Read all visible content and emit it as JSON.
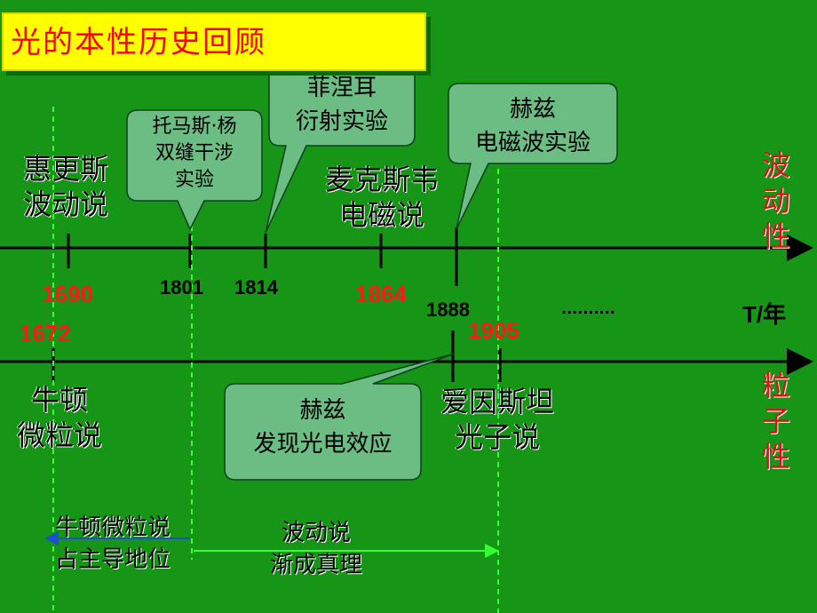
{
  "title": "光的本性历史回顾",
  "wave": {
    "huygens": [
      "惠更斯",
      "波动说"
    ],
    "young": [
      "托马斯·杨",
      "双缝干涉",
      "实验"
    ],
    "fresnel": [
      "菲涅耳",
      "衍射实验"
    ],
    "maxwell": [
      "麦克斯韦",
      "电磁说"
    ],
    "hertz_em": [
      "赫兹",
      "电磁波实验"
    ],
    "label": [
      "波",
      "动",
      "性"
    ]
  },
  "particle": {
    "newton": [
      "牛顿",
      "微粒说"
    ],
    "hertz_pe": [
      "赫兹",
      "发现光电效应"
    ],
    "einstein": [
      "爱因斯坦",
      "光子说"
    ],
    "label": [
      "粒",
      "子",
      "性"
    ]
  },
  "years": {
    "y1690": "1690",
    "y1672": "1672",
    "y1801": "1801",
    "y1814": "1814",
    "y1864": "1864",
    "y1888": "1888",
    "y1905": "1905",
    "ellipsis": "..........",
    "axis_unit": "T/年"
  },
  "periods": {
    "newton_dominant": [
      "牛顿微粒说",
      "占主导地位"
    ],
    "wave_truth": [
      "波动说",
      "渐成真理"
    ]
  },
  "colors": {
    "background": "#169517",
    "title_bg": "#ffff00",
    "title_text": "#ff0000",
    "bubble": "#6cbd84",
    "year_highlight": "#ff1a1a",
    "guide_line": "#33ff33"
  }
}
